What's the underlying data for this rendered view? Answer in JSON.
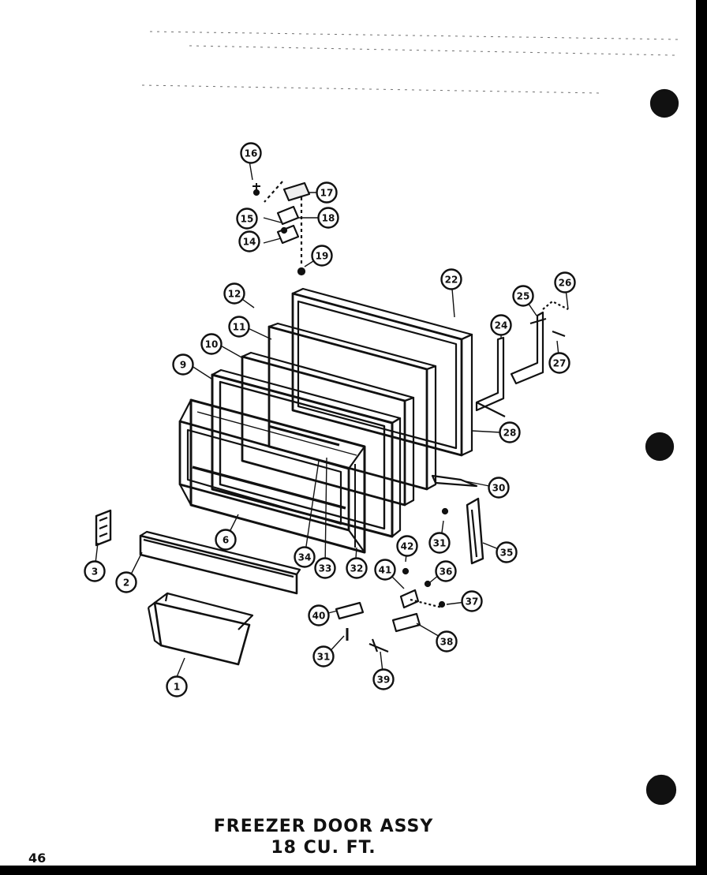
{
  "title": {
    "line1": "FREEZER DOOR ASSY",
    "line2": "18 CU. FT."
  },
  "page_number": "46",
  "callouts": [
    "1",
    "2",
    "3",
    "6",
    "9",
    "10",
    "11",
    "12",
    "14",
    "15",
    "16",
    "17",
    "18",
    "19",
    "22",
    "24",
    "25",
    "26",
    "27",
    "28",
    "30",
    "31",
    "31",
    "32",
    "33",
    "34",
    "35",
    "36",
    "37",
    "38",
    "39",
    "40",
    "41",
    "42"
  ],
  "colors": {
    "ink": "#111111",
    "paper": "#ffffff"
  }
}
